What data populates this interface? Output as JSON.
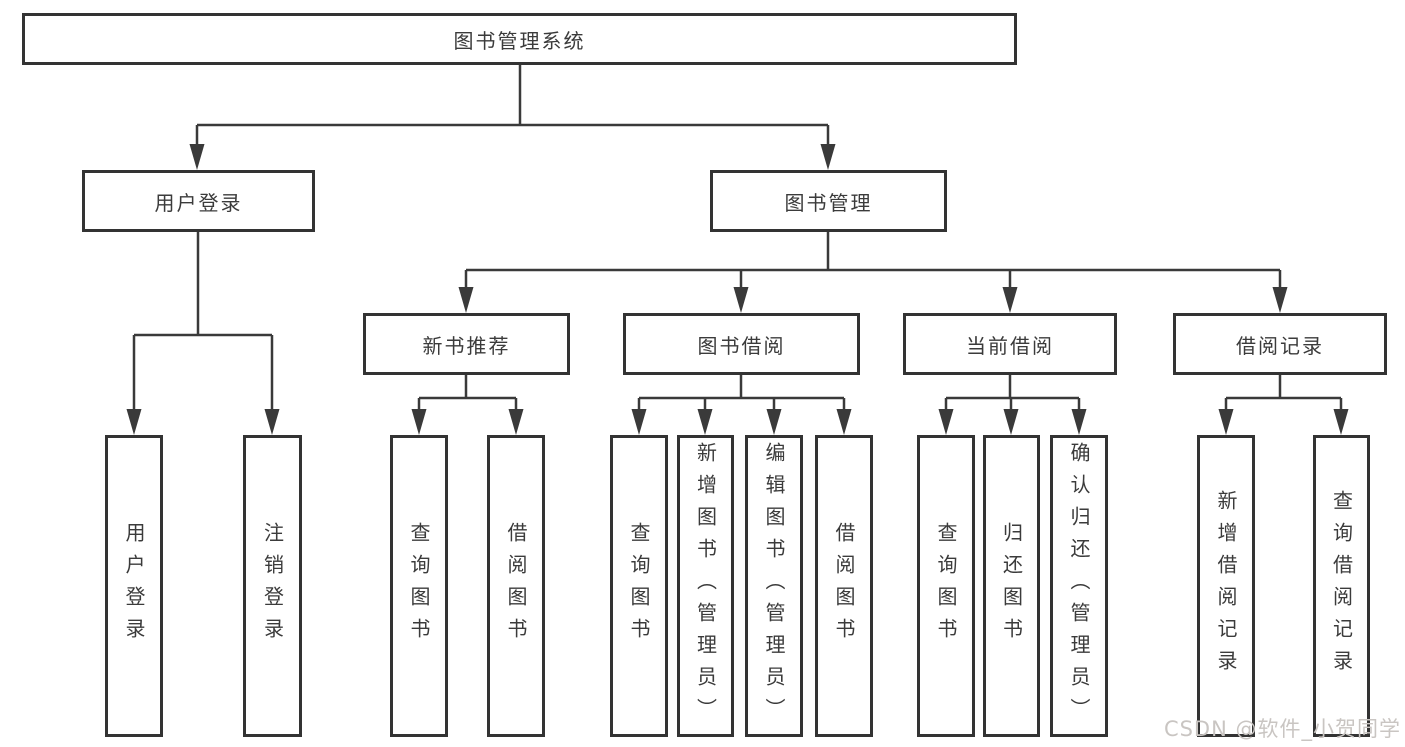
{
  "diagram": {
    "root": {
      "label": "图书管理系统"
    },
    "branches": [
      {
        "label": "用户登录",
        "children": [
          {
            "label": "用户登录"
          },
          {
            "label": "注销登录"
          }
        ]
      },
      {
        "label": "图书管理",
        "children": [
          {
            "label": "新书推荐",
            "children": [
              {
                "label": "查询图书"
              },
              {
                "label": "借阅图书"
              }
            ]
          },
          {
            "label": "图书借阅",
            "children": [
              {
                "label": "查询图书"
              },
              {
                "label": "新增图书（管理员）"
              },
              {
                "label": "编辑图书（管理员）"
              },
              {
                "label": "借阅图书"
              }
            ]
          },
          {
            "label": "当前借阅",
            "children": [
              {
                "label": "查询图书"
              },
              {
                "label": "归还图书"
              },
              {
                "label": "确认归还（管理员）"
              }
            ]
          },
          {
            "label": "借阅记录",
            "children": [
              {
                "label": "新增借阅记录"
              },
              {
                "label": "查询借阅记录"
              }
            ]
          }
        ]
      }
    ]
  },
  "watermark": {
    "text": "CSDN @软件_小贺同学"
  },
  "colors": {
    "line": "#3a3a3a",
    "box_border": "#333333",
    "text": "#3b3b3b",
    "watermark": "#c9c5c2",
    "background": "#ffffff"
  }
}
